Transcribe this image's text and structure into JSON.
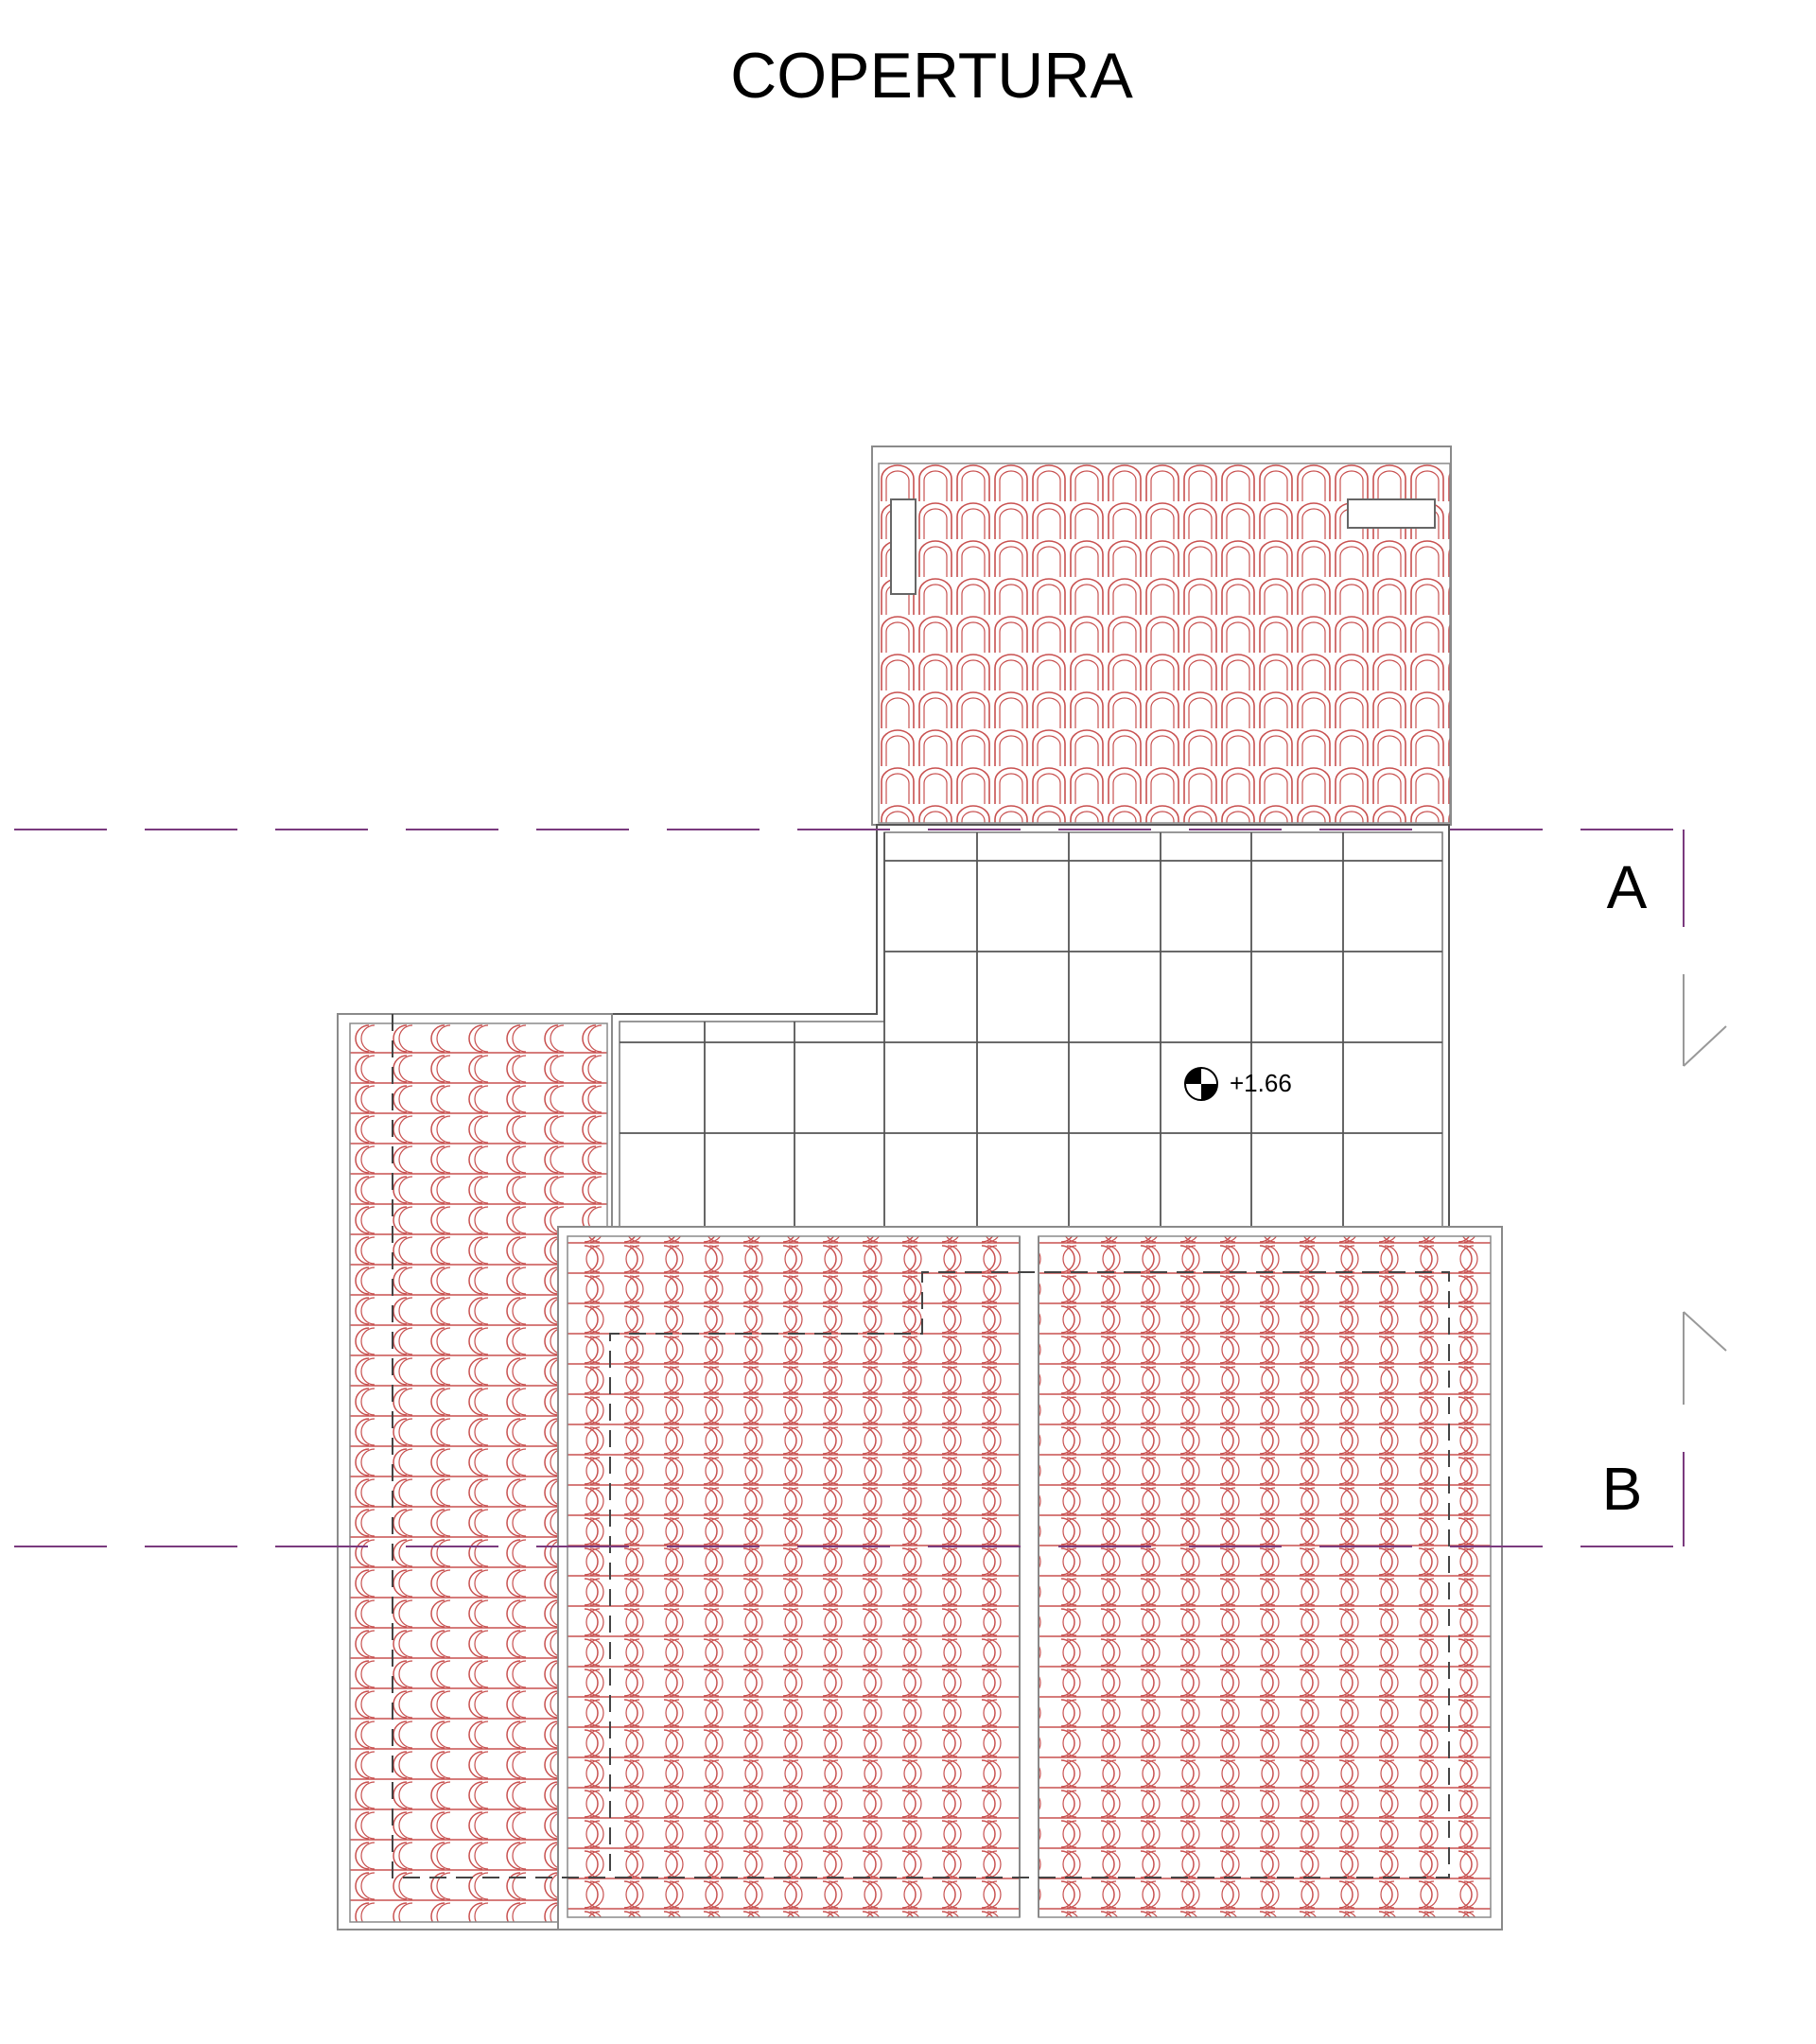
{
  "title": "COPERTURA",
  "sections": {
    "a": "A",
    "b": "B"
  },
  "level": {
    "value": "+1.66"
  },
  "colors": {
    "tile": "#c8504f",
    "outline": "#8a8a8a",
    "grid": "#555555",
    "section_line": "#7a3a7e",
    "dashed_outline": "#444444"
  }
}
